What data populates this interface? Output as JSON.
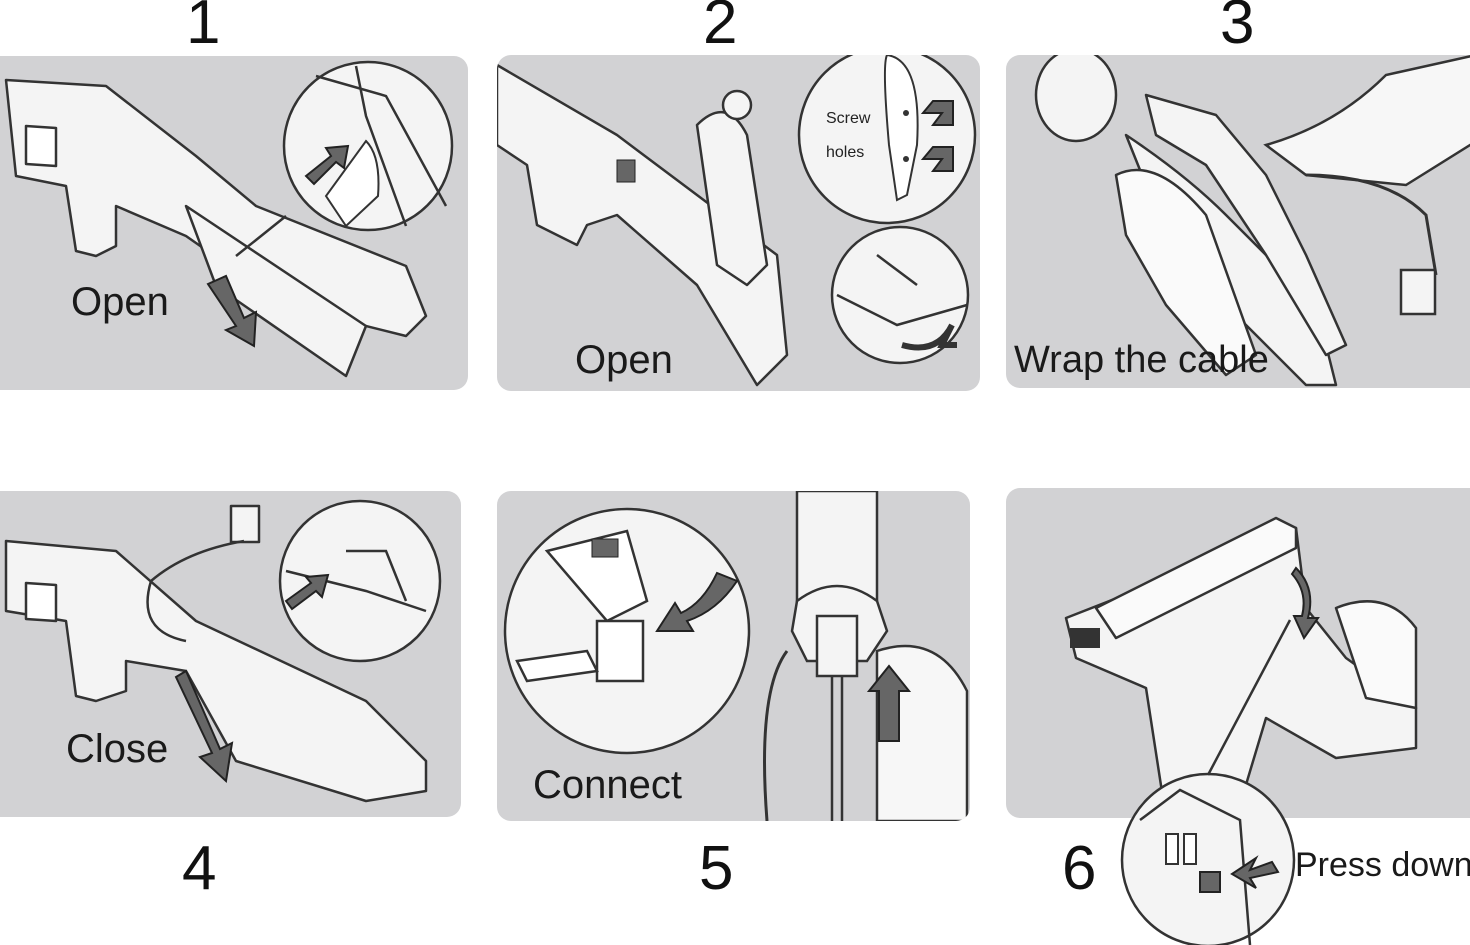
{
  "steps": [
    {
      "number": "1",
      "label": "Open"
    },
    {
      "number": "2",
      "label": "Open",
      "callout": {
        "line1": "Screw",
        "line2": "holes"
      }
    },
    {
      "number": "3",
      "label": "Wrap the cable"
    },
    {
      "number": "4",
      "label": "Close"
    },
    {
      "number": "5",
      "label": "Connect"
    },
    {
      "number": "6",
      "label": "Press down"
    }
  ],
  "colors": {
    "panel": "#d2d2d4",
    "outline": "#333333",
    "device": "#f4f4f4",
    "arrow": "#555555"
  }
}
